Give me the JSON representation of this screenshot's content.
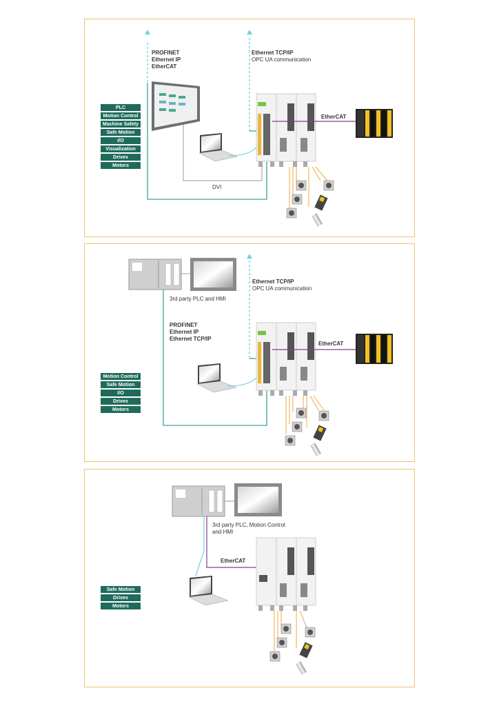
{
  "colors": {
    "panel_border": "#f0c070",
    "tag_bg": "#1f6b5b",
    "network_line": "#3aa19a",
    "uplink_arrow": "#6ad3e0",
    "ethercat_line": "#8a3a8a",
    "motor_cable": "#f2a640",
    "dvi_line": "#9a9a9a"
  },
  "panel1": {
    "features": [
      "PLC",
      "Motion Control",
      "Machine Safety",
      "Safe Motion",
      "I/O",
      "Visualization",
      "Drives",
      "Motors"
    ],
    "fieldbus_lines": [
      "PROFINET",
      "Ethernet IP",
      "EtherCAT"
    ],
    "uplink_title": "Ethernet TCP/IP",
    "uplink_sub": "OPC UA communication",
    "ethercat_label": "EtherCAT",
    "dvi_label": "DVI"
  },
  "panel2": {
    "features": [
      "Motion Control",
      "Safe Motion",
      "I/O",
      "Drives",
      "Motors"
    ],
    "third_party_label": "3rd party PLC and HMI",
    "uplink_title": "Ethernet TCP/IP",
    "uplink_sub": "OPC UA communication",
    "fieldbus_lines": [
      "PROFINET",
      "Ethernet IP",
      "Ethernet TCP/IP"
    ],
    "ethercat_label": "EtherCAT"
  },
  "panel3": {
    "features": [
      "Safe Motion",
      "Drives",
      "Motors"
    ],
    "third_party_lines": [
      "3rd party PLC, Motion Control",
      "and HMI"
    ],
    "ethercat_label": "EtherCAT"
  },
  "icons": [
    "hmi-panel-icon",
    "laptop-icon",
    "drive-controller-icon",
    "io-module-icon",
    "servo-motor-icon",
    "third-party-plc-icon"
  ]
}
